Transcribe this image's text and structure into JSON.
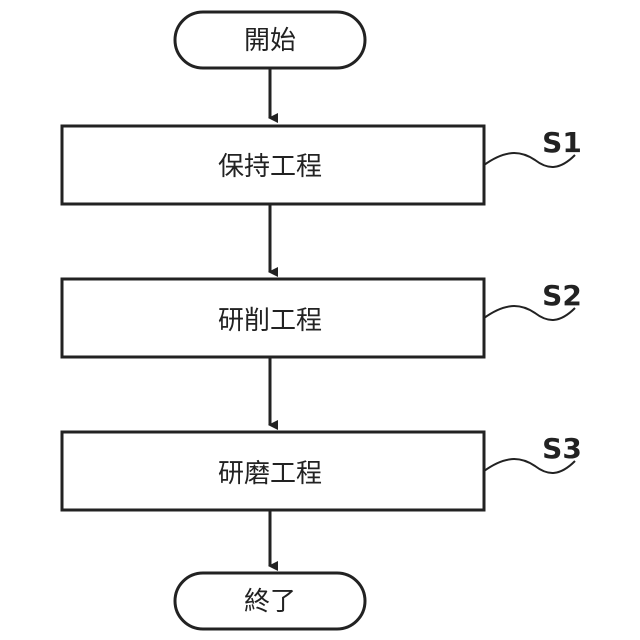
{
  "flowchart": {
    "start": "開始",
    "end": "終了",
    "steps": [
      {
        "label": "保持工程",
        "id": "S1"
      },
      {
        "label": "研削工程",
        "id": "S2"
      },
      {
        "label": "研磨工程",
        "id": "S3"
      }
    ]
  },
  "colors": {
    "stroke": "#222222",
    "background": "#ffffff"
  }
}
